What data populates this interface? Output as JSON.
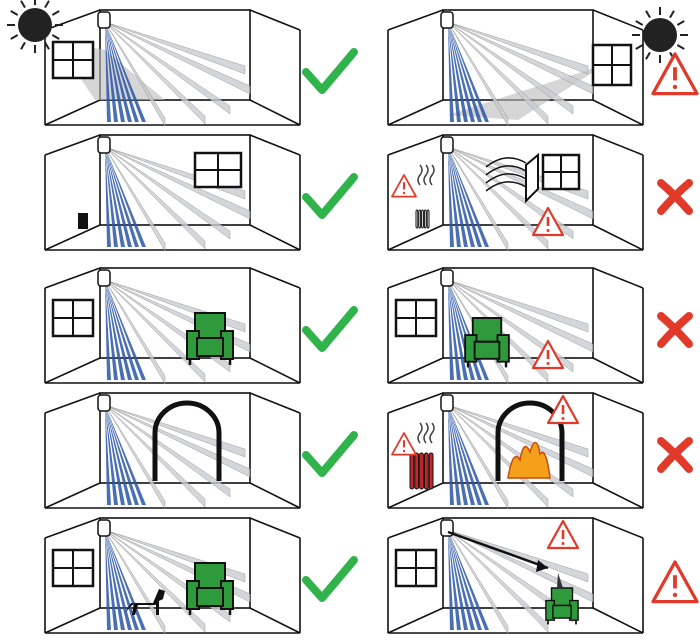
{
  "colors": {
    "check": "#2fb34a",
    "cross": "#e23a2a",
    "warning": "#e23a2a",
    "beam_blue": "#2a56a8",
    "beam_gray": "#c9cdd3",
    "chair": "#2f9a3c",
    "sun": "#222222",
    "fire": "#f5a01a",
    "radiator": "#c8262a"
  },
  "rows": [
    {
      "left": {
        "items": [
          "sun-left",
          "window-left-wall"
        ],
        "verdict": "check"
      },
      "right": {
        "items": [
          "sun-right",
          "window-right-wall"
        ],
        "verdict": "warning"
      }
    },
    {
      "left": {
        "items": [
          "window-back",
          "vent"
        ],
        "verdict": "check"
      },
      "right": {
        "items": [
          "window-back-open",
          "draft-lines",
          "radiator-small",
          "heat-waves",
          "warning-small-left",
          "warning-small-floor"
        ],
        "verdict": "cross"
      }
    },
    {
      "left": {
        "items": [
          "window-left-wall",
          "chair-right"
        ],
        "verdict": "check"
      },
      "right": {
        "items": [
          "window-left-wall",
          "chair-mid",
          "warning-small-floor"
        ],
        "verdict": "cross"
      }
    },
    {
      "left": {
        "items": [
          "fireplace"
        ],
        "verdict": "check"
      },
      "right": {
        "items": [
          "fireplace-lit",
          "radiator-red",
          "heat-waves",
          "warning-small-left",
          "warning-small-top"
        ],
        "verdict": "cross"
      }
    },
    {
      "left": {
        "items": [
          "window-left-wall",
          "dog",
          "chair-right"
        ],
        "verdict": "check"
      },
      "right": {
        "items": [
          "window-left-wall",
          "chair-small",
          "person-arrow",
          "warning-small-top"
        ],
        "verdict": "warning"
      }
    }
  ]
}
